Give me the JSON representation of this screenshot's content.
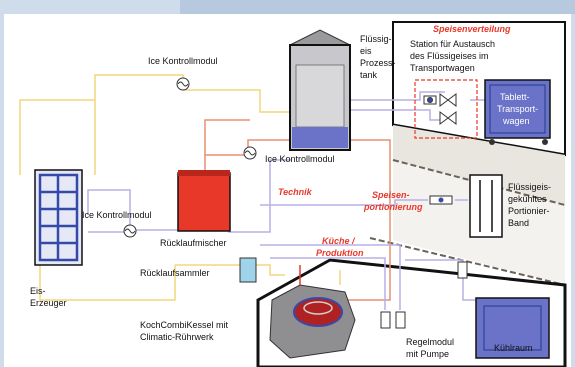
{
  "colors": {
    "background": "#cfdceb",
    "panel": "#ffffff",
    "cold_pipe": "#b9b0e6",
    "warm_pipe": "#e89070",
    "yellow_pipe": "#f2d77a",
    "red_accent": "#e8382a",
    "tank_fill": "#c8c8cc",
    "blue_unit": "#6a73c7",
    "dark_frame": "#111111"
  },
  "labels": {
    "ice_module_top": "Ice Kontrollmodul",
    "ice_module_left": "Ice Kontrollmodul",
    "ice_module_center": "Ice Kontrollmodul",
    "tank_line1": "Flüssig-",
    "tank_line2": "eis",
    "tank_line3": "Prozess-",
    "tank_line4": "tank",
    "return_mixer": "Rücklaufmischer",
    "return_collector": "Rücklaufsammler",
    "ice_maker_line1": "Eis-",
    "ice_maker_line2": "Erzeuger",
    "kettle_line1": "KochCombiKessel mit",
    "kettle_line2": "Climatic-Rührwerk",
    "regulator_line1": "Regelmodul",
    "regulator_line2": "mit Pumpe",
    "technik": "Technik",
    "speisenverteilung": "Speisenverteilung",
    "station_line1": "Station für Austausch",
    "station_line2": "des Flüssigeises im",
    "station_line3": "Transportwagen",
    "tablet_line1": "Tablett-",
    "tablet_line2": "Transport-",
    "tablet_line3": "wagen",
    "portioning_line1": "Speisen-",
    "portioning_line2": "portionierung",
    "belt_line1": "Flüssigeis-",
    "belt_line2": "gekühltes",
    "belt_line3": "Portionier-",
    "belt_line4": "Band",
    "kitchen_line1": "Küche /",
    "kitchen_line2": "Produktion",
    "coldroom": "Kühlraum"
  },
  "icons": {
    "control_module": "circle-sine-icon",
    "valve": "valve-icon",
    "pump": "pump-icon"
  }
}
